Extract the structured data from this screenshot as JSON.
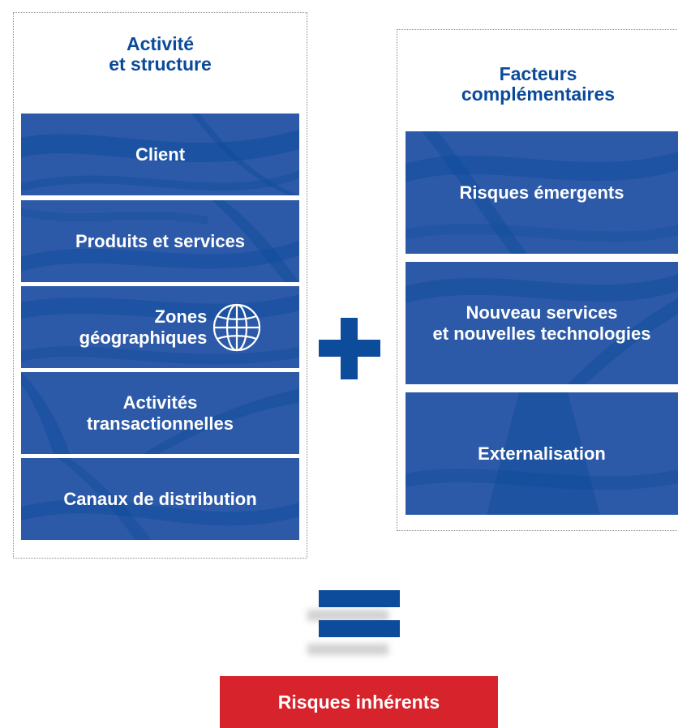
{
  "left_group": {
    "title_line1": "Activité",
    "title_line2": "et structure",
    "items": [
      {
        "label": "Client"
      },
      {
        "label": "Produits et services"
      },
      {
        "label_line1": "Zones",
        "label_line2": "géographiques",
        "icon": "globe-icon"
      },
      {
        "label_line1": "Activités",
        "label_line2": "transactionnelles"
      },
      {
        "label": "Canaux de distribution"
      }
    ]
  },
  "right_group": {
    "title_line1": "Facteurs",
    "title_line2": "complémentaires",
    "items": [
      {
        "label": "Risques émergents"
      },
      {
        "label_line1": "Nouveau services",
        "label_line2": "et nouvelles technologies"
      },
      {
        "label": "Externalisation"
      }
    ]
  },
  "operators": {
    "plus": "plus-icon",
    "equals": "equals-icon"
  },
  "result": {
    "label": "Risques inhérents"
  },
  "colors": {
    "tile_background": "#2d5aa8",
    "tile_stripe": "#0d4c9b",
    "title_text": "#0b4a9a",
    "operator": "#0d4c9b",
    "result_background": "#d7232c"
  }
}
